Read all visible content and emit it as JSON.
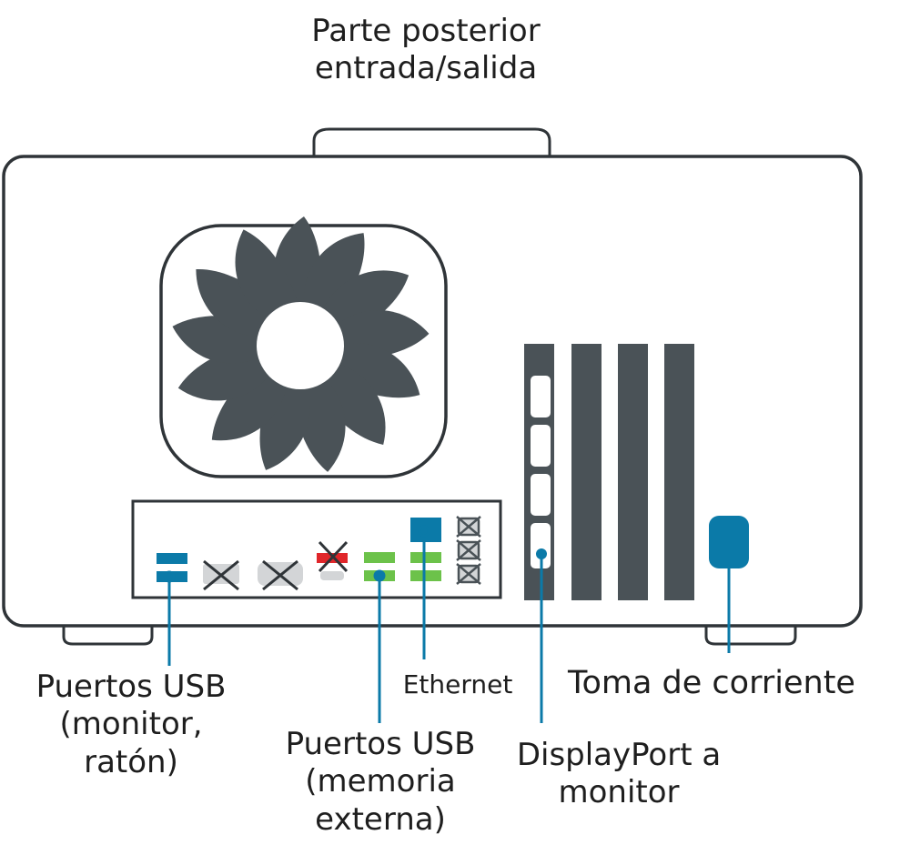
{
  "title": {
    "line1": "Parte posterior",
    "line2": "entrada/salida"
  },
  "labels": {
    "usb_mouse": {
      "line1": "Puertos USB",
      "line2": "(monitor,",
      "line3": "ratón)"
    },
    "usb_storage": {
      "line1": "Puertos USB",
      "line2": "(memoria",
      "line3": "externa)"
    },
    "ethernet": {
      "line1": "Ethernet"
    },
    "displayport": {
      "line1": "DisplayPort a",
      "line2": "monitor"
    },
    "power": {
      "line1": "Toma de corriente"
    }
  },
  "colors": {
    "outline": "#2f3438",
    "dark_fill": "#4a5257",
    "accent_blue": "#0b7aa8",
    "usb_green": "#6cc24a",
    "disabled_red": "#e0262a",
    "disabled_gray": "#d3d5d7"
  },
  "icons": [
    "fan-icon",
    "usb-port-icon",
    "ethernet-port-icon",
    "displayport-icon",
    "power-socket-icon",
    "disabled-port-x-icon"
  ]
}
